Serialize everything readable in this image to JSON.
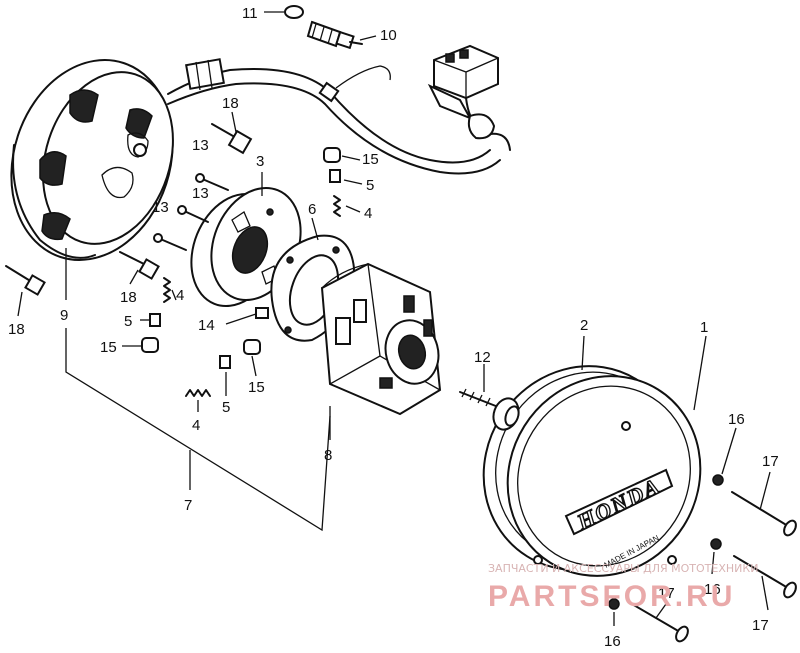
{
  "callouts": [
    {
      "id": "c1",
      "text": "1"
    },
    {
      "id": "c2",
      "text": "2"
    },
    {
      "id": "c3",
      "text": "3"
    },
    {
      "id": "c4a",
      "text": "4"
    },
    {
      "id": "c4b",
      "text": "4"
    },
    {
      "id": "c4c",
      "text": "4"
    },
    {
      "id": "c5a",
      "text": "5"
    },
    {
      "id": "c5b",
      "text": "5"
    },
    {
      "id": "c5c",
      "text": "5"
    },
    {
      "id": "c6",
      "text": "6"
    },
    {
      "id": "c7",
      "text": "7"
    },
    {
      "id": "c8",
      "text": "8"
    },
    {
      "id": "c9",
      "text": "9"
    },
    {
      "id": "c10",
      "text": "10"
    },
    {
      "id": "c11",
      "text": "11"
    },
    {
      "id": "c12",
      "text": "12"
    },
    {
      "id": "c13a",
      "text": "13"
    },
    {
      "id": "c13b",
      "text": "13"
    },
    {
      "id": "c13c",
      "text": "13"
    },
    {
      "id": "c14",
      "text": "14"
    },
    {
      "id": "c15a",
      "text": "15"
    },
    {
      "id": "c15b",
      "text": "15"
    },
    {
      "id": "c15c",
      "text": "15"
    },
    {
      "id": "c16a",
      "text": "16"
    },
    {
      "id": "c16b",
      "text": "16"
    },
    {
      "id": "c16c",
      "text": "16"
    },
    {
      "id": "c17a",
      "text": "17"
    },
    {
      "id": "c17b",
      "text": "17"
    },
    {
      "id": "c17c",
      "text": "17"
    },
    {
      "id": "c18a",
      "text": "18"
    },
    {
      "id": "c18b",
      "text": "18"
    },
    {
      "id": "c18c",
      "text": "18"
    }
  ],
  "cover_brand": "HONDA",
  "cover_stamp": "MADE IN JAPAN",
  "watermark": {
    "tagline": "ЗАПЧАСТИ И АКСЕССУАРЫ ДЛЯ МОТОТЕХНИКИ",
    "logo": "PARTSFOR.RU",
    "color": "#e9a9a9"
  }
}
